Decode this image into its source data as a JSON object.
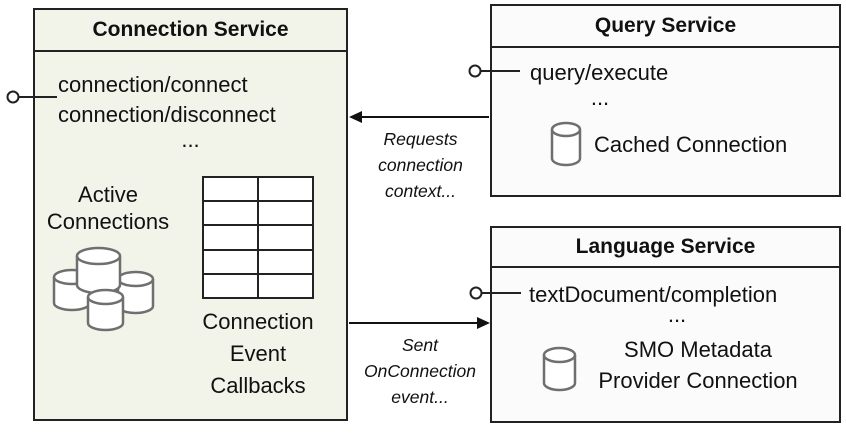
{
  "colors": {
    "background": "#ffffff",
    "connection_box_fill": "#f2f4ea",
    "service_box_fill": "#fbfbfb",
    "border": "#222222",
    "text": "#111111",
    "cylinder_stroke": "#6f6f6f"
  },
  "connection_service": {
    "title": "Connection Service",
    "method_1": "connection/connect",
    "method_2": "connection/disconnect",
    "ellipsis": "...",
    "active_connections_label": "Active Connections",
    "callbacks_label": "Connection Event Callbacks"
  },
  "query_service": {
    "title": "Query Service",
    "method_1": "query/execute",
    "ellipsis": "...",
    "cached_connection_label": "Cached Connection"
  },
  "language_service": {
    "title": "Language Service",
    "method_1": "textDocument/completion",
    "ellipsis": "...",
    "metadata_connection_label": "SMO Metadata Provider Connection"
  },
  "annotations": {
    "requests_label": "Requests connection context...",
    "sent_label": "Sent OnConnection event..."
  },
  "icons": {
    "database_cluster": "database-cluster-icon",
    "database": "database-icon",
    "callback_table": "table-grid-icon",
    "provided_interface": "lollipop-interface-icon"
  }
}
